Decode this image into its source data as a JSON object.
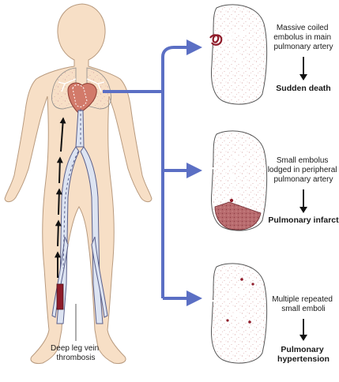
{
  "outcomes": [
    {
      "description_lines": [
        "Massive coiled",
        "embolus in main",
        "pulmonary artery"
      ],
      "result_lines": [
        "Sudden death"
      ]
    },
    {
      "description_lines": [
        "Small embolus",
        "lodged in peripheral",
        "pulmonary artery"
      ],
      "result_lines": [
        "Pulmonary infarct"
      ]
    },
    {
      "description_lines": [
        "Multiple repeated",
        "small emboli"
      ],
      "result_lines": [
        "Pulmonary",
        "hypertension"
      ]
    }
  ],
  "source_label_lines": [
    "Deep leg vein",
    "thrombosis"
  ],
  "colors": {
    "skin": "#f7dfc6",
    "skin_outline": "#b89a7e",
    "vein": "#dde4f2",
    "vein_outline": "#5a5f8a",
    "pathway_arrow": "#5b6fc4",
    "heart": "#d27a6a",
    "thrombus": "#8f1c2a",
    "infarct": "#b86b6e",
    "lung_speckle": "#d8a5a5"
  },
  "icons": [
    "black-flow-arrow",
    "blue-branch-arrow",
    "down-arrow"
  ]
}
